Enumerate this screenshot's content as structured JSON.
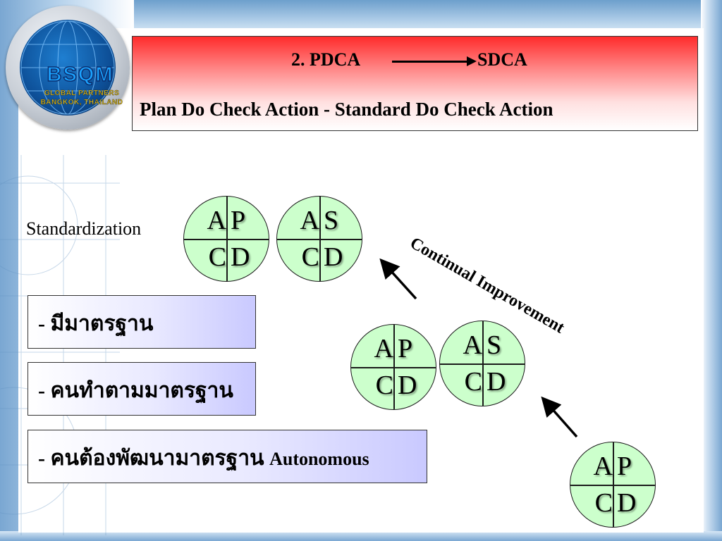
{
  "logo": {
    "name": "BSQM",
    "line1": "GLOBAL PARTNERS",
    "line2": "BANGKOK, THAILAND"
  },
  "title": {
    "left": "2. PDCA",
    "right": "SDCA",
    "subtitle": "Plan  Do  Check  Action - Standard Do   Check   Action"
  },
  "standardization_label": "Standardization",
  "continual_label": "Continual Improvement",
  "cycles": [
    {
      "id": "c1",
      "tl": "A",
      "tr": "P",
      "bl": "C",
      "br": "D"
    },
    {
      "id": "c2",
      "tl": "A",
      "tr": "S",
      "bl": "C",
      "br": "D"
    },
    {
      "id": "c3",
      "tl": "A",
      "tr": "P",
      "bl": "C",
      "br": "D"
    },
    {
      "id": "c4",
      "tl": "A",
      "tr": "S",
      "bl": "C",
      "br": "D"
    },
    {
      "id": "c5",
      "tl": "A",
      "tr": "P",
      "bl": "C",
      "br": "D"
    }
  ],
  "bullets": [
    {
      "text": "-  มีมาตรฐาน",
      "suffix": ""
    },
    {
      "text": "-  คนทำตามมาตรฐาน",
      "suffix": ""
    },
    {
      "text": "-  คนต้องพัฒนามาตรฐาน ",
      "suffix": "Autonomous"
    }
  ]
}
